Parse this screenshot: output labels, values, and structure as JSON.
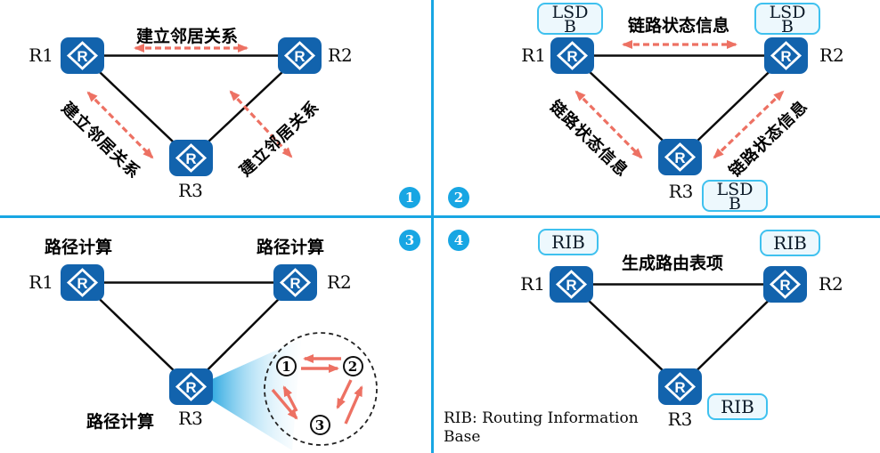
{
  "colors": {
    "accent_cyan": "#18a6e3",
    "box_border_cyan": "#3fc1ef",
    "router_blue": "#1263ad",
    "arrow_salmon": "#ed7163",
    "link_black": "#0b0b0b"
  },
  "router_glyph": "R",
  "q1": {
    "badge": "1",
    "top_label": "建立邻居关系",
    "left_label": "建立邻居关系",
    "right_label": "建立邻居关系",
    "r1": "R1",
    "r2": "R2",
    "r3": "R3"
  },
  "q2": {
    "badge": "2",
    "top_label": "链路状态信息",
    "left_label": "链路状态信息",
    "right_label": "链路状态信息",
    "box_line1": "LSD",
    "box_line2": "B",
    "r1": "R1",
    "r2": "R2",
    "r3": "R3"
  },
  "q3": {
    "badge": "3",
    "calc_label": "路径计算",
    "r1": "R1",
    "r2": "R2",
    "r3": "R3",
    "spf": {
      "n1": "1",
      "n2": "2",
      "n3": "3"
    }
  },
  "q4": {
    "badge": "4",
    "top_label": "生成路由表项",
    "rib_label": "RIB",
    "r1": "R1",
    "r2": "R2",
    "r3": "R3",
    "footnote_line1": "RIB: Routing Information",
    "footnote_line2": "Base"
  }
}
